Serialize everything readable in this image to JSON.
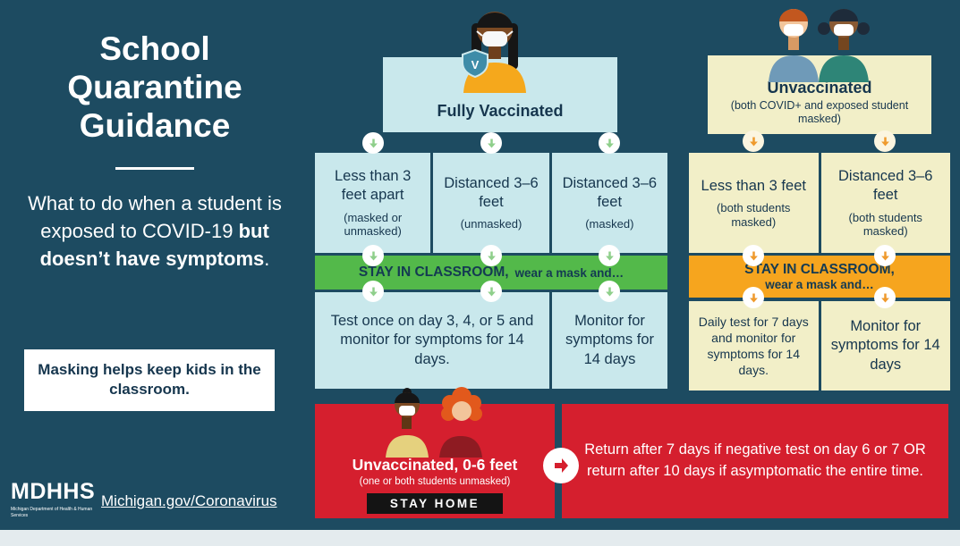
{
  "colors": {
    "background": "#1D4B61",
    "light_blue": "#C9E8EC",
    "pale_yellow": "#F2EFC8",
    "green": "#53B94A",
    "orange": "#F6A51E",
    "red": "#D51F2E",
    "navy_text": "#16364E",
    "badge_black": "#141414"
  },
  "left_panel": {
    "title_lines": [
      "School",
      "Quarantine",
      "Guidance"
    ],
    "intro_normal": "What to do when a student is exposed to COVID-19 ",
    "intro_bold": "but doesn’t have symptoms",
    "intro_end": ".",
    "masking_note": "Masking helps keep kids in the classroom.",
    "logo": {
      "m": "M",
      "dhhs": "DHHS",
      "tagline": "Michigan Department of Health & Human Services"
    },
    "website": "Michigan.gov/Coronavirus"
  },
  "vaccinated": {
    "header": "Fully Vaccinated",
    "shield_letter": "V",
    "boxes": [
      {
        "title": "Less than 3 feet apart",
        "subtitle": "(masked or unmasked)"
      },
      {
        "title": "Distanced 3–6 feet",
        "subtitle": "(unmasked)"
      },
      {
        "title": "Distanced 3–6 feet",
        "subtitle": "(masked)"
      }
    ],
    "banner_strong": "STAY IN CLASSROOM,",
    "banner_rest": "wear a mask and…",
    "outcomes": [
      "Test once on day 3, 4, or 5 and monitor for symptoms for 14 days.",
      "Monitor for symptoms for 14 days"
    ]
  },
  "unvaccinated": {
    "header": "Unvaccinated",
    "header_sub": "(both COVID+ and exposed student masked)",
    "boxes": [
      {
        "title": "Less than 3 feet",
        "subtitle": "(both students masked)"
      },
      {
        "title": "Distanced 3–6 feet",
        "subtitle": "(both students masked)"
      }
    ],
    "banner_line1": "STAY IN CLASSROOM,",
    "banner_line2": "wear a mask and…",
    "outcomes": [
      "Daily test for 7 days and monitor for symptoms for 14 days.",
      "Monitor for symptoms for 14 days"
    ]
  },
  "stay_home": {
    "title": "Unvaccinated, 0-6 feet",
    "subtitle": "(one or both students unmasked)",
    "badge": "STAY HOME",
    "return_text": "Return after 7 days if negative test on day 6 or 7 OR return after 10 days if asymptomatic the entire time."
  }
}
